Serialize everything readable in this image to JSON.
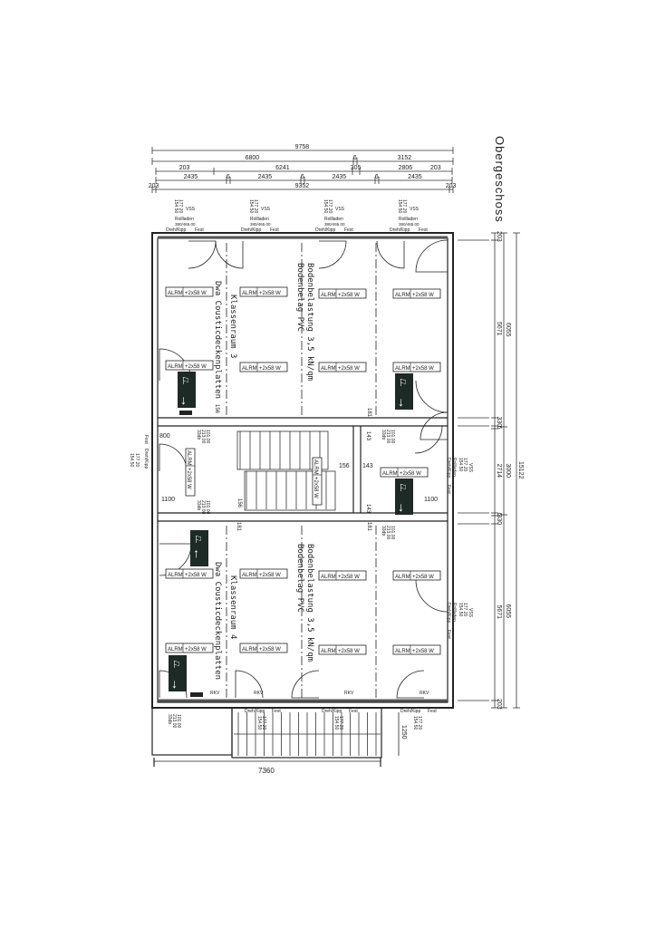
{
  "title": "Obergeschoss",
  "dims_top": {
    "overall": "9758",
    "row2": [
      "6800",
      "6",
      "3152"
    ],
    "row3": [
      "203",
      "6241",
      "305",
      "2806",
      "203"
    ],
    "row4": [
      "2435",
      "6",
      "2435",
      "6",
      "2435",
      "6",
      "2435"
    ],
    "row5": [
      "203",
      "9352",
      "203"
    ]
  },
  "dims_right": {
    "inner": [
      "203",
      "5671",
      "330",
      "6",
      "2714",
      "6",
      "330",
      "5671",
      "203"
    ],
    "middle": [
      "6055",
      "3000",
      "6055"
    ],
    "overall": "15122"
  },
  "dims_bottom": {
    "width": "7360",
    "depth": "1250"
  },
  "dims_stair": {
    "door_left_top": "800",
    "door_left_bottom": "1100",
    "door_right": "1100",
    "wall_a": "156",
    "wall_b": "143",
    "wall_c": "181"
  },
  "window": {
    "sill": "177.20",
    "head": "154.50",
    "code": "VSS",
    "shutter": "Rollladen",
    "shutter_size": "380/465.00",
    "tilt": "Dreh/Kipp",
    "fixed": "Fest"
  },
  "door_label": {
    "h1": "101.00",
    "h2": "213.00",
    "h3": "33db"
  },
  "rooms": [
    {
      "name": "Klassenraum 3",
      "ceiling": "Dwa Cousticdeckenplatten",
      "load": "Bodenbelastung 3,5 kN/qm",
      "floor": "Bodenbelag PVC"
    },
    {
      "name": "Klassenraum 4",
      "ceiling": "Dwa Cousticdeckenplatten",
      "load": "Bodenbelastung 3,5 kN/qm",
      "floor": "Bodenbelag PVC"
    }
  ],
  "fixture": {
    "type": "ALRM",
    "power": "2x58 W"
  },
  "radiator": "RKV",
  "colors": {
    "ink": "#222222",
    "sign": "#1e2a26",
    "paper": "#ffffff"
  }
}
